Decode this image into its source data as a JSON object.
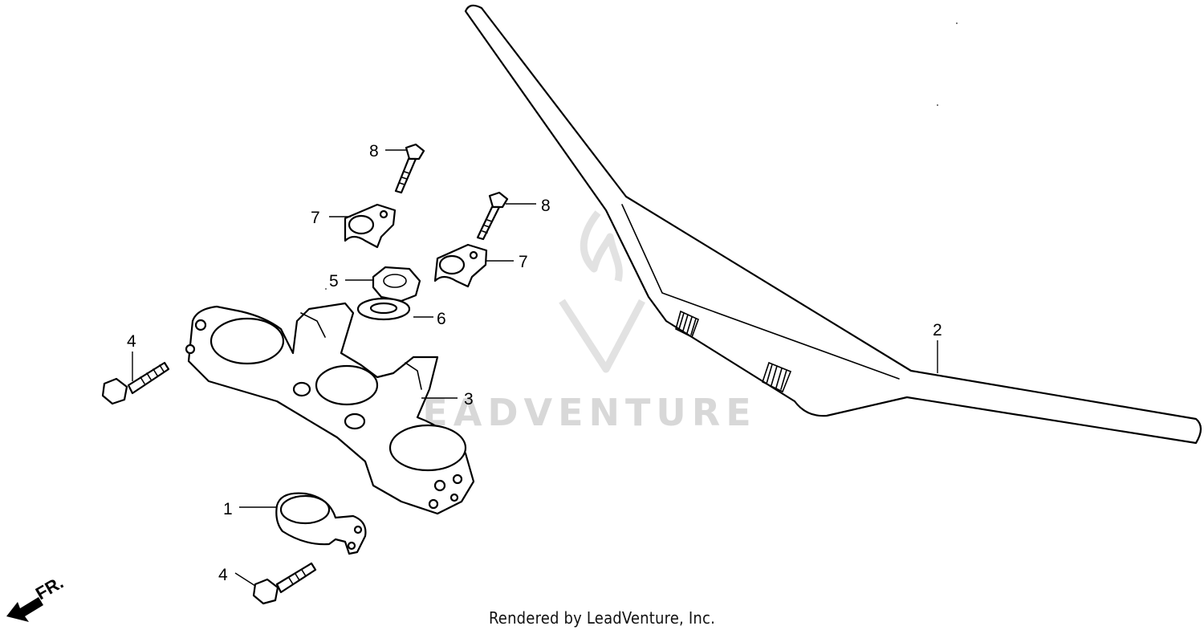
{
  "diagram": {
    "watermark": "LEADVENTURE",
    "credit": "Rendered by LeadVenture, Inc.",
    "front_indicator": "FR.",
    "callouts": [
      {
        "id": "c1",
        "label": "1"
      },
      {
        "id": "c2",
        "label": "2"
      },
      {
        "id": "c3",
        "label": "3"
      },
      {
        "id": "c4a",
        "label": "4"
      },
      {
        "id": "c4b",
        "label": "4"
      },
      {
        "id": "c5",
        "label": "5"
      },
      {
        "id": "c6",
        "label": "6"
      },
      {
        "id": "c7a",
        "label": "7"
      },
      {
        "id": "c7b",
        "label": "7"
      },
      {
        "id": "c8a",
        "label": "8"
      },
      {
        "id": "c8b",
        "label": "8"
      }
    ]
  }
}
